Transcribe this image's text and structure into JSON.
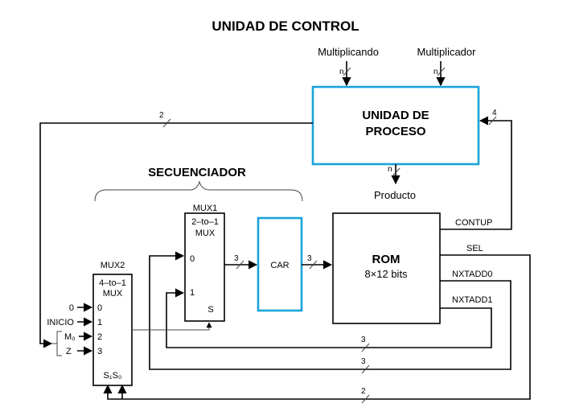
{
  "title": "UNIDAD DE CONTROL",
  "inputs": {
    "multiplicando": "Multiplicando",
    "multiplicador": "Multiplicador",
    "n_label": "n"
  },
  "proceso": {
    "line1": "UNIDAD DE",
    "line2": "PROCESO"
  },
  "producto": "Producto",
  "secuenciador": "SECUENCIADOR",
  "mux1": {
    "name": "MUX1",
    "line1": "2–to–1",
    "line2": "MUX",
    "in0": "0",
    "in1": "1",
    "sel": "S"
  },
  "mux2": {
    "name": "MUX2",
    "line1": "4–to–1",
    "line2": "MUX",
    "in0": "0",
    "in1": "1",
    "in2": "2",
    "in3": "3",
    "sel": "S₁S₀",
    "src0": "0",
    "src1": "INICIO",
    "src2": "M₀",
    "src3": "Z"
  },
  "car": "CAR",
  "rom": {
    "name": "ROM",
    "size": "8×12 bits"
  },
  "outputs": {
    "contup": "CONTUP",
    "sel": "SEL",
    "nxtadd0": "NXTADD0",
    "nxtadd1": "NXTADD1"
  },
  "bus_widths": {
    "proceso_to_mux2": "2",
    "contup": "4",
    "mux1_car": "3",
    "car_rom": "3",
    "nxtadd1": "3",
    "nxtadd0": "3",
    "sel": "2"
  },
  "colors": {
    "highlight": "#1aa3d9",
    "line": "#000000"
  }
}
